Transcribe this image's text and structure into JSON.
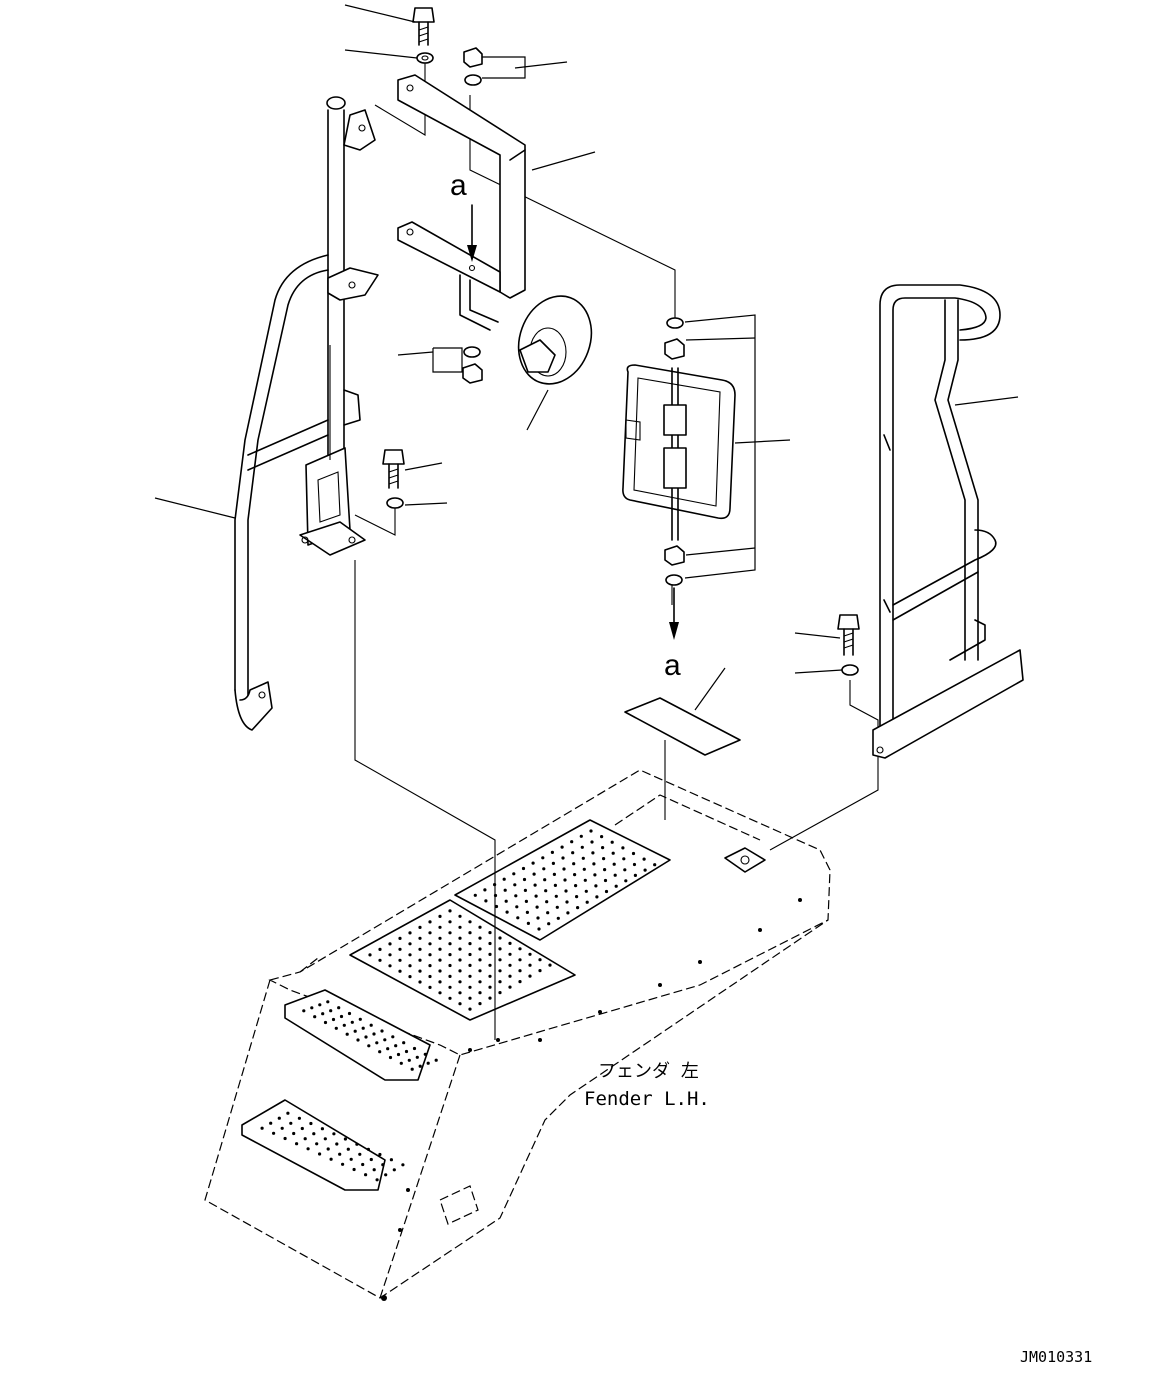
{
  "labels": {
    "fender_jp": "フェンダ 左",
    "fender_en": "Fender L.H.",
    "drawing_no": "JM010331",
    "view_mark_top": "a",
    "view_mark_bottom": "a"
  },
  "colors": {
    "line": "#000000",
    "background": "#ffffff"
  }
}
